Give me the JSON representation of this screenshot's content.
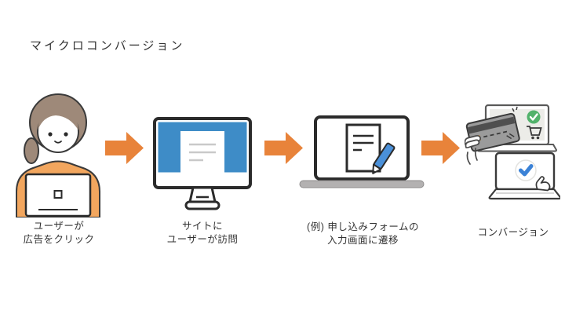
{
  "title": "マイクロコンバージョン",
  "steps": [
    {
      "caption_lines": [
        "ユーザーが",
        "広告をクリック"
      ]
    },
    {
      "caption_lines": [
        "サイトに",
        "ユーザーが訪問"
      ]
    },
    {
      "caption_lines": [
        "(例) 申し込みフォームの",
        "入力画面に遷移"
      ]
    },
    {
      "caption_lines": [
        "コンバージョン"
      ]
    }
  ],
  "colors": {
    "arrow_orange": "#E8833A",
    "hoodie_orange": "#F2A65E",
    "hair_brown": "#9E8979",
    "screen_blue": "#3E8CC7",
    "pen_blue": "#4A90D9",
    "check_blue": "#3B82D6",
    "check_green": "#52B26B",
    "outline_dark": "#2B2B2B",
    "text": "#333333"
  }
}
